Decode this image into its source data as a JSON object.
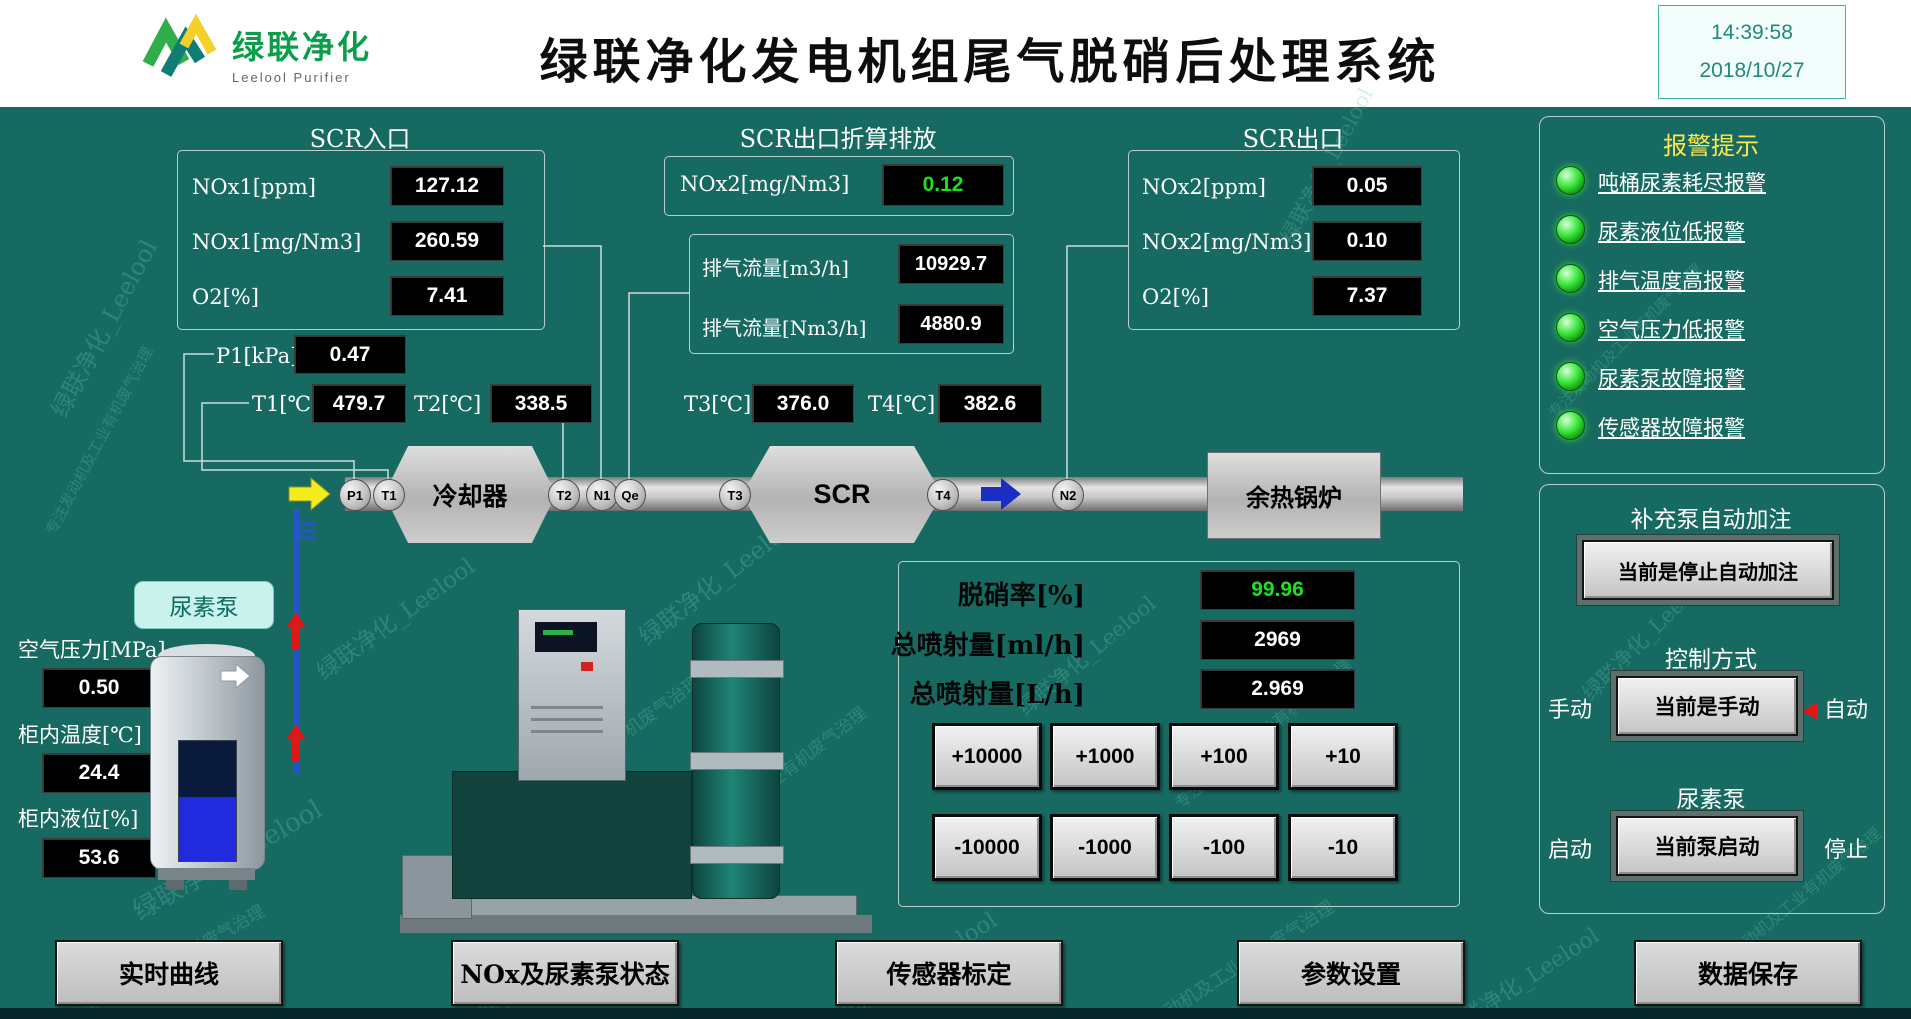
{
  "header": {
    "logo": {
      "name": "绿联净化",
      "sub": "Leelool Purifier"
    },
    "title": "绿联净化发电机组尾气脱硝后处理系统",
    "clock": {
      "time": "14:39:58",
      "date": "2018/10/27"
    }
  },
  "watermark": {
    "line1": "绿联净化_Leelool",
    "line2": "专注发动机及工业有机废气治理"
  },
  "scr_inlet": {
    "title": "SCR入口",
    "rows": [
      {
        "label": "NOx1[ppm]",
        "value": "127.12"
      },
      {
        "label": "NOx1[mg/Nm3]",
        "value": "260.59"
      },
      {
        "label": "O2[%]",
        "value": "7.41"
      }
    ]
  },
  "scr_outlet_conv": {
    "title": "SCR出口折算排放",
    "nox": {
      "label": "NOx2[mg/Nm3]",
      "value": "0.12"
    },
    "flow": [
      {
        "label": "排气流量[m3/h]",
        "value": "10929.7"
      },
      {
        "label": "排气流量[Nm3/h]",
        "value": "4880.9"
      }
    ]
  },
  "scr_outlet": {
    "title": "SCR出口",
    "rows": [
      {
        "label": "NOx2[ppm]",
        "value": "0.05"
      },
      {
        "label": "NOx2[mg/Nm3]",
        "value": "0.10"
      },
      {
        "label": "O2[%]",
        "value": "7.37"
      }
    ]
  },
  "sensors": {
    "p1": {
      "label": "P1[kPa]",
      "value": "0.47"
    },
    "t1": {
      "label": "T1[℃]",
      "value": "479.7"
    },
    "t2": {
      "label": "T2[℃]",
      "value": "338.5"
    },
    "t3": {
      "label": "T3[℃]",
      "value": "376.0"
    },
    "t4": {
      "label": "T4[℃]",
      "value": "382.6"
    }
  },
  "pipeline": {
    "cooler": "冷却器",
    "scr": "SCR",
    "boiler": "余热锅炉",
    "tags": [
      "P1",
      "T1",
      "T2",
      "N1",
      "Qe",
      "T3",
      "T4",
      "N2"
    ]
  },
  "urea": {
    "pump_label": "尿素泵",
    "rows": [
      {
        "label": "空气压力[MPa]",
        "value": "0.50"
      },
      {
        "label": "柜内温度[℃]",
        "value": "24.4"
      },
      {
        "label": "柜内液位[%]",
        "value": "53.6"
      }
    ]
  },
  "injection": {
    "rows": [
      {
        "label": "脱硝率[%]",
        "value": "99.96"
      },
      {
        "label": "总喷射量[ml/h]",
        "value": "2969"
      },
      {
        "label": "总喷射量[L/h]",
        "value": "2.969"
      }
    ],
    "plus_buttons": [
      "+10000",
      "+1000",
      "+100",
      "+10"
    ],
    "minus_buttons": [
      "-10000",
      "-1000",
      "-100",
      "-10"
    ]
  },
  "alarms": {
    "title": "报警提示",
    "items": [
      "吨桶尿素耗尽报警",
      "尿素液位低报警",
      "排气温度高报警",
      "空气压力低报警",
      "尿素泵故障报警",
      "传感器故障报警"
    ]
  },
  "controls": {
    "refill": {
      "title": "补充泵自动加注",
      "button": "当前是停止自动加注"
    },
    "mode": {
      "title": "控制方式",
      "left": "手动",
      "right": "自动",
      "button": "当前是手动"
    },
    "pump": {
      "title": "尿素泵",
      "left": "启动",
      "right": "停止",
      "button": "当前泵启动"
    }
  },
  "nav": [
    "实时曲线",
    "NOx及尿素泵状态",
    "传感器标定",
    "参数设置",
    "数据保存"
  ]
}
